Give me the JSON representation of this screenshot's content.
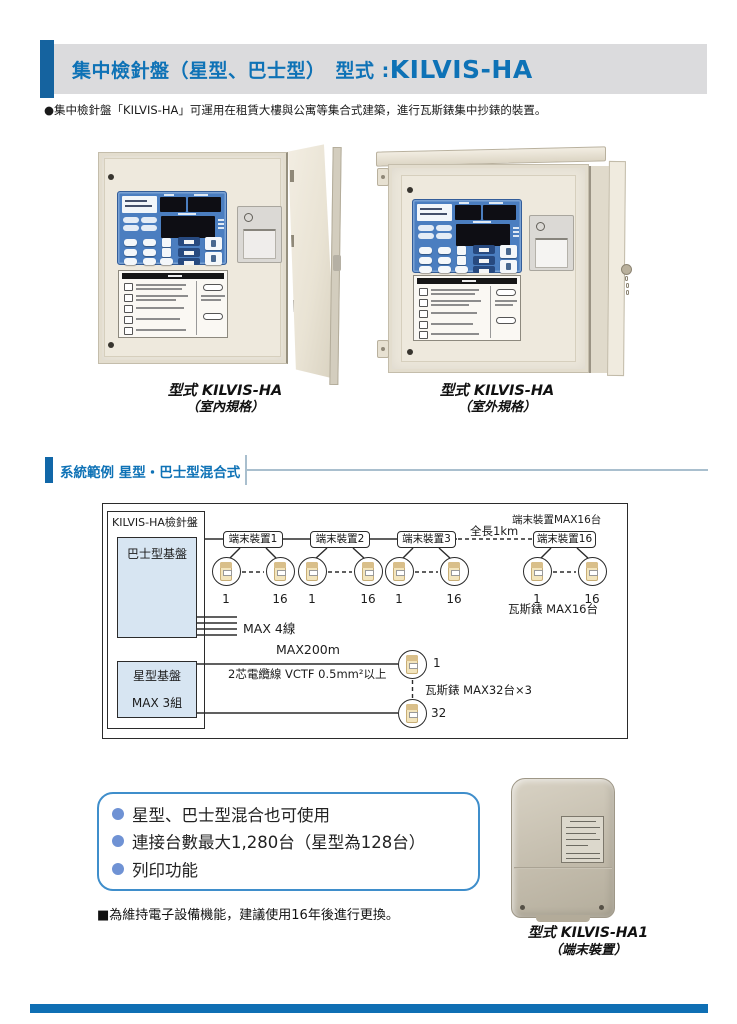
{
  "header": {
    "title_cjk": "集中檢針盤（星型、巴士型）　型式 : ",
    "title_model": "KILVIS-HA"
  },
  "intro": "●集中檢針盤「KILVIS-HA」可運用在租賃大樓與公寓等集合式建築，進行瓦斯錶集中抄錶的裝置。",
  "photos": {
    "indoor": {
      "model": "型式 KILVIS-HA",
      "spec": "（室內規格）"
    },
    "outdoor": {
      "model": "型式 KILVIS-HA",
      "spec": "（室外規格）"
    },
    "terminal": {
      "model": "型式 KILVIS-HA1",
      "spec": "（端末裝置）"
    }
  },
  "section": {
    "title": "系統範例 星型・巴士型混合式"
  },
  "diagram": {
    "panel_label": "KILVIS-HA檢針盤",
    "bus_board": "巴士型基盤",
    "star_board": "星型基盤",
    "star_groups": "MAX 3組",
    "terminals": [
      "端末裝置1",
      "端末裝置2",
      "端末裝置3",
      "端末裝置16"
    ],
    "terminal_max": "端末裝置MAX16台",
    "total_length": "全長1km",
    "meter_first": "1",
    "meter_last": "16",
    "bus_meters": "瓦斯錶 MAX16台",
    "max_lines": "MAX 4線",
    "max_distance": "MAX200m",
    "cable_spec": "2芯電纜線 VCTF 0.5mm²以上",
    "star_meters": "瓦斯錶 MAX32台×3",
    "star_first": "1",
    "star_last": "32"
  },
  "features": {
    "items": [
      "星型、巴士型混合也可使用",
      "連接台數最大1,280台（星型為128台）",
      "列印功能"
    ]
  },
  "note": "■為維持電子設備機能，建議使用16年後進行更換。",
  "colors": {
    "accent_blue": "#0f6fb4",
    "header_band": "#dbdbdd",
    "board_fill": "#d7e5f2",
    "feature_bullet": "#6f92d4"
  }
}
